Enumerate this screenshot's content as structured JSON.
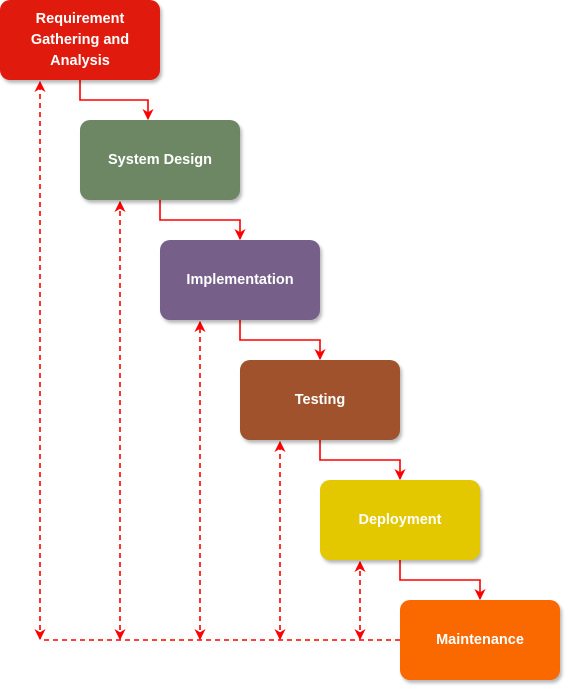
{
  "diagram": {
    "stages": [
      {
        "label": "Requirement Gathering and Analysis",
        "color": "#e01a0c"
      },
      {
        "label": "System Design",
        "color": "#6d8764"
      },
      {
        "label": "Implementation",
        "color": "#76608a"
      },
      {
        "label": "Testing",
        "color": "#a0522d"
      },
      {
        "label": "Deployment",
        "color": "#e3c800"
      },
      {
        "label": "Maintenance",
        "color": "#fa6800"
      }
    ],
    "connector_color": "#ff0000",
    "feedback_color": "#ff0000"
  }
}
